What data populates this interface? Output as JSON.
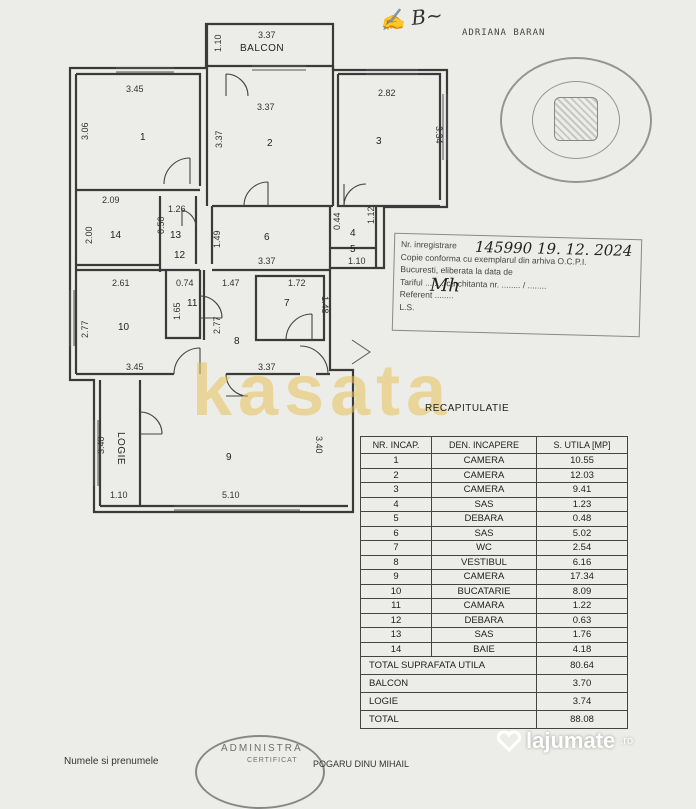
{
  "header": {
    "signature_name": "ADRIANA BARAN"
  },
  "registration": {
    "line1": "Nr. inregistrare",
    "line2": "Copie conforma cu exemplarul din arhiva O.C.P.I.",
    "line3": "Bucuresti, eliberata la data de",
    "line4": "Tariful ........ cu chitanta nr. ........ / ........",
    "line5": "Referent ........",
    "line6": "L.S.",
    "handwritten_number": "145990  19. 12. 2024",
    "initials": "Mh"
  },
  "plan": {
    "rooms": [
      "1",
      "2",
      "3",
      "4",
      "5",
      "6",
      "7",
      "8",
      "9",
      "10",
      "11",
      "12",
      "13",
      "14"
    ],
    "labels": {
      "balcon": "BALCON",
      "logie": "LOGIE"
    },
    "dimensions": {
      "balcon_w": "3.37",
      "balcon_h": "1.10",
      "r1_w": "3.45",
      "r1_h": "3.06",
      "r2_w": "3.37",
      "r2_h": "3.37",
      "r3_w": "2.82",
      "r3_h": "3.34",
      "r14_w": "2.09",
      "r14_h": "2.00",
      "r13_w": "1.26",
      "r13_h": "0.50",
      "r6_h": "1.49",
      "r6_w": "3.37",
      "r4_w": "0.44",
      "r4_h": "1.12",
      "r5_w": "1.10",
      "r10_w": "2.61",
      "r10_h": "2.77",
      "r10_w2": "3.45",
      "r11_w": "0.74",
      "r11_h": "1.65",
      "r8_w": "1.47",
      "r8_h": "2.77",
      "r8_w2": "3.37",
      "r7_w": "1.72",
      "r7_h": "1.48",
      "logie_h": "3.40",
      "logie_w": "1.10",
      "r9_h": "3.40",
      "r9_w": "5.10"
    }
  },
  "recap": {
    "title": "RECAPITULATIE",
    "headers": [
      "NR. INCAP.",
      "DEN. INCAPERE",
      "S. UTILA [MP]"
    ],
    "rows": [
      [
        "1",
        "CAMERA",
        "10.55"
      ],
      [
        "2",
        "CAMERA",
        "12.03"
      ],
      [
        "3",
        "CAMERA",
        "9.41"
      ],
      [
        "4",
        "SAS",
        "1.23"
      ],
      [
        "5",
        "DEBARA",
        "0.48"
      ],
      [
        "6",
        "SAS",
        "5.02"
      ],
      [
        "7",
        "WC",
        "2.54"
      ],
      [
        "8",
        "VESTIBUL",
        "6.16"
      ],
      [
        "9",
        "CAMERA",
        "17.34"
      ],
      [
        "10",
        "BUCATARIE",
        "8.09"
      ],
      [
        "11",
        "CAMARA",
        "1.22"
      ],
      [
        "12",
        "DEBARA",
        "0.63"
      ],
      [
        "13",
        "SAS",
        "1.76"
      ],
      [
        "14",
        "BAIE",
        "4.18"
      ]
    ],
    "totals": [
      [
        "TOTAL SUPRAFATA UTILA",
        "80.64"
      ],
      [
        "BALCON",
        "3.70"
      ],
      [
        "LOGIE",
        "3.74"
      ],
      [
        "TOTAL",
        "88.08"
      ]
    ]
  },
  "footer": {
    "name_line": "Numele si prenumele",
    "name_value": "POGARU DINU MIHAIL",
    "stamp_text": "ADMINISTRA",
    "stamp_sub": "CERTIFICAT",
    "brand": "lajumate",
    "brand_suffix": ".ro"
  },
  "watermark": "kasata",
  "colors": {
    "paper": "#ecece8",
    "watermark": "#e8c35a",
    "ink": "#333333"
  }
}
